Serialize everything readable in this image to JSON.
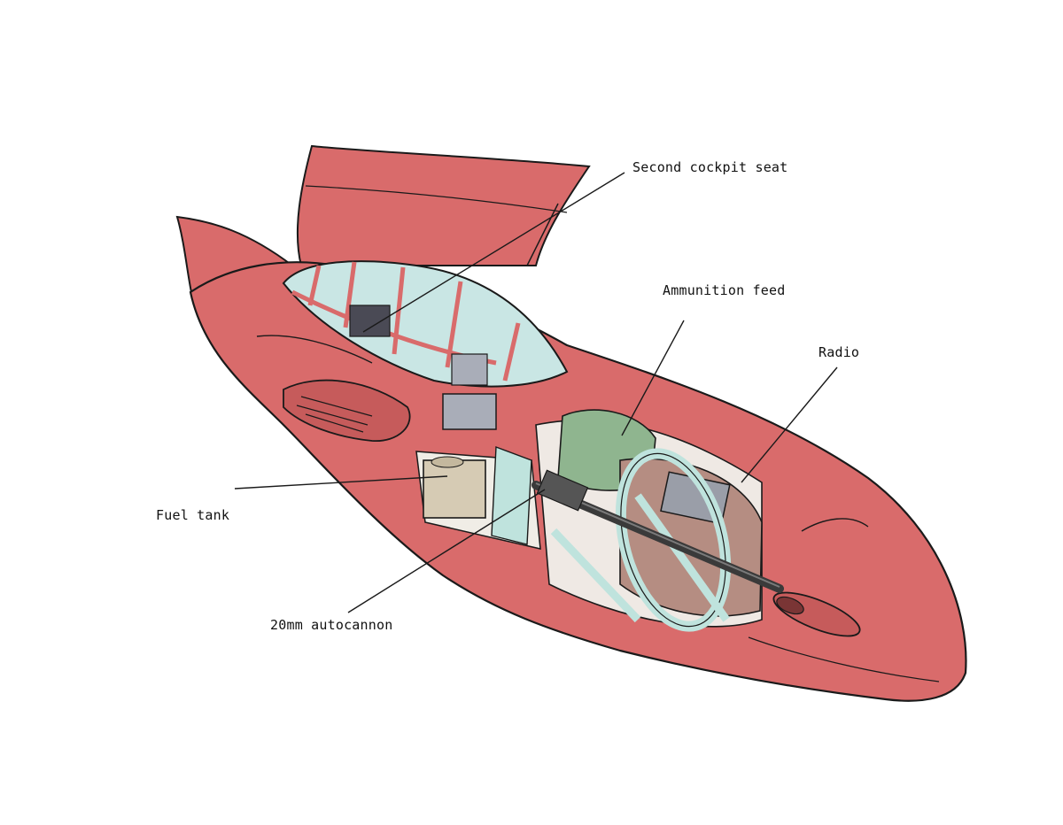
{
  "labels": {
    "second_cockpit_seat": "Second cockpit seat",
    "ammunition_feed": "Ammunition feed",
    "radio": "Radio",
    "fuel_tank": "Fuel tank",
    "autocannon": "20mm autocannon"
  },
  "colors": {
    "fuselage": "#d96b6b",
    "outline": "#1a1a1a",
    "canopy_glass": "#c9e6e4",
    "interior_grey": "#a9adb8",
    "ammo_green": "#8fb58f",
    "radio_brown": "#b58d82",
    "fuel_tank_tan": "#d6cbb4",
    "frame_mint": "#bfe3dd"
  }
}
